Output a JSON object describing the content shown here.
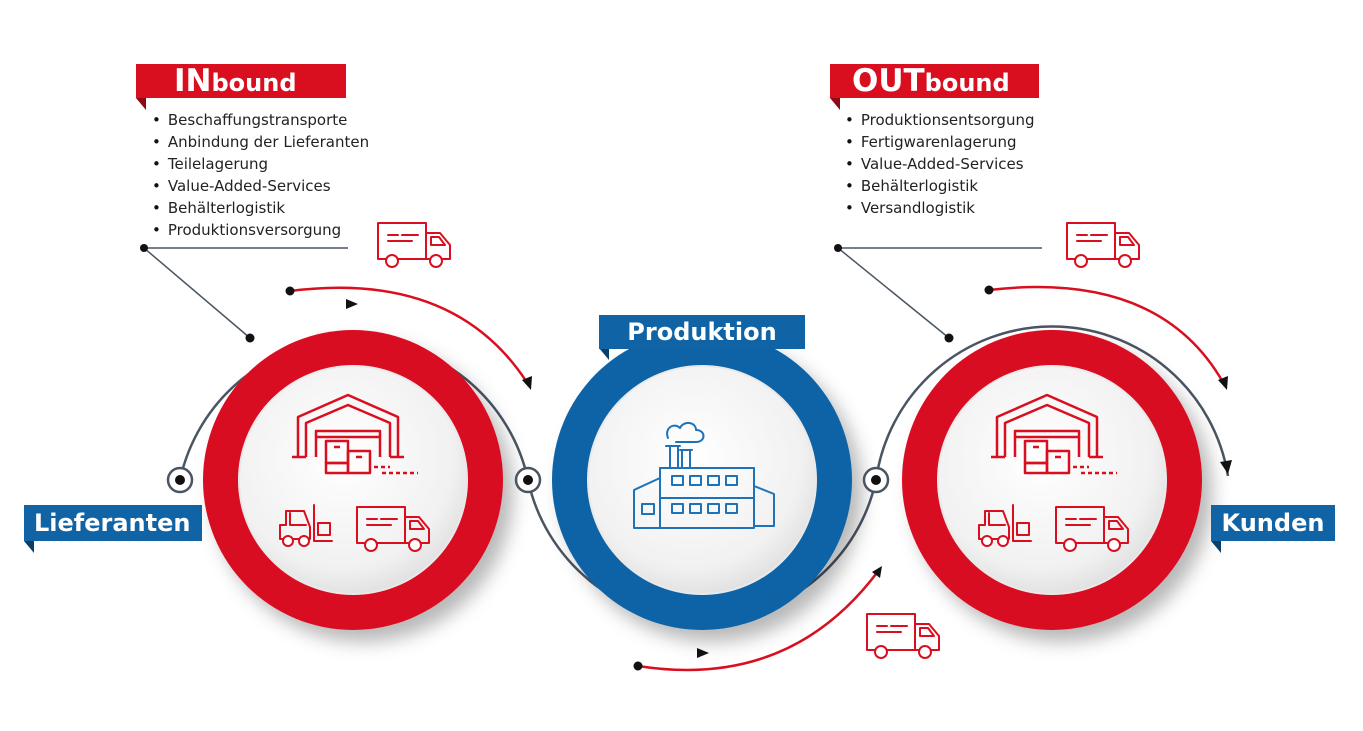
{
  "inbound": {
    "title_caps": "IN",
    "title_rest": "bound",
    "items": [
      "Beschaffungstransporte",
      "Anbindung der Lieferanten",
      "Teilelagerung",
      "Value-Added-Services",
      "Behälterlogistik",
      "Produktionsversorgung"
    ]
  },
  "outbound": {
    "title_caps": "OUT",
    "title_rest": "bound",
    "items": [
      "Produktionsentsorgung",
      "Fertigwarenlagerung",
      "Value-Added-Services",
      "Behälterlogistik",
      "Versandlogistik"
    ]
  },
  "produktion": {
    "label": "Produktion"
  },
  "lieferanten": {
    "label": "Lieferanten"
  },
  "kunden": {
    "label": "Kunden"
  },
  "colors": {
    "red": "#d90f20",
    "blue": "#1064a6",
    "line": "#4a5563"
  },
  "icons": [
    "warehouse-icon",
    "forklift-icon",
    "truck-icon",
    "factory-icon",
    "arrow-icon"
  ]
}
